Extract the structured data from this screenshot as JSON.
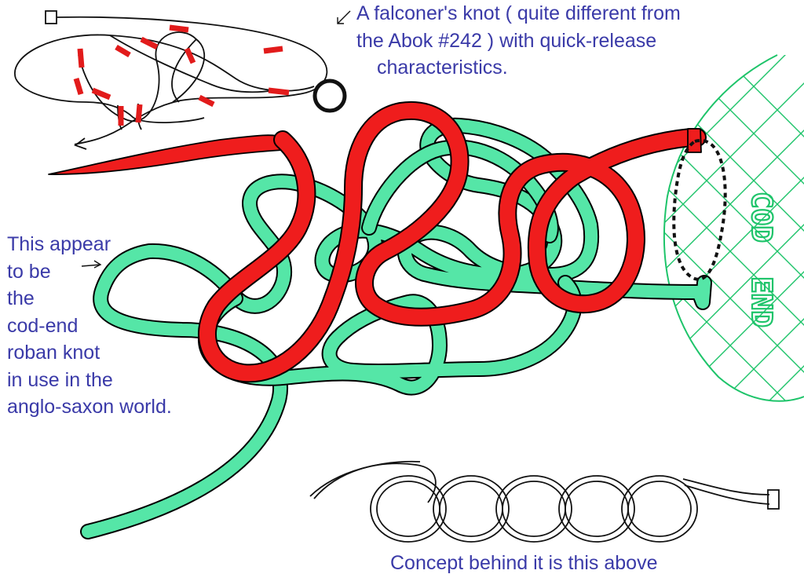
{
  "annotations": {
    "top_note": [
      "A falconer's knot ( quite different from",
      "the Abok #242 ) with quick-release",
      "characteristics."
    ],
    "side_note": [
      "This appear",
      "to be",
      "the",
      "cod-end",
      "roban knot",
      "in use in the",
      "anglo-saxon world."
    ],
    "bottom_note": "Concept behind it is this above",
    "cod_end_label": [
      "COD",
      "END"
    ]
  },
  "colors": {
    "annotation_text": "#3a3aa8",
    "red_rope": "#ef1d1d",
    "green_rope": "#55e6a7",
    "net": "#1ec46a",
    "outline": "#000000",
    "falconer_dashes": "#e21b1b"
  }
}
